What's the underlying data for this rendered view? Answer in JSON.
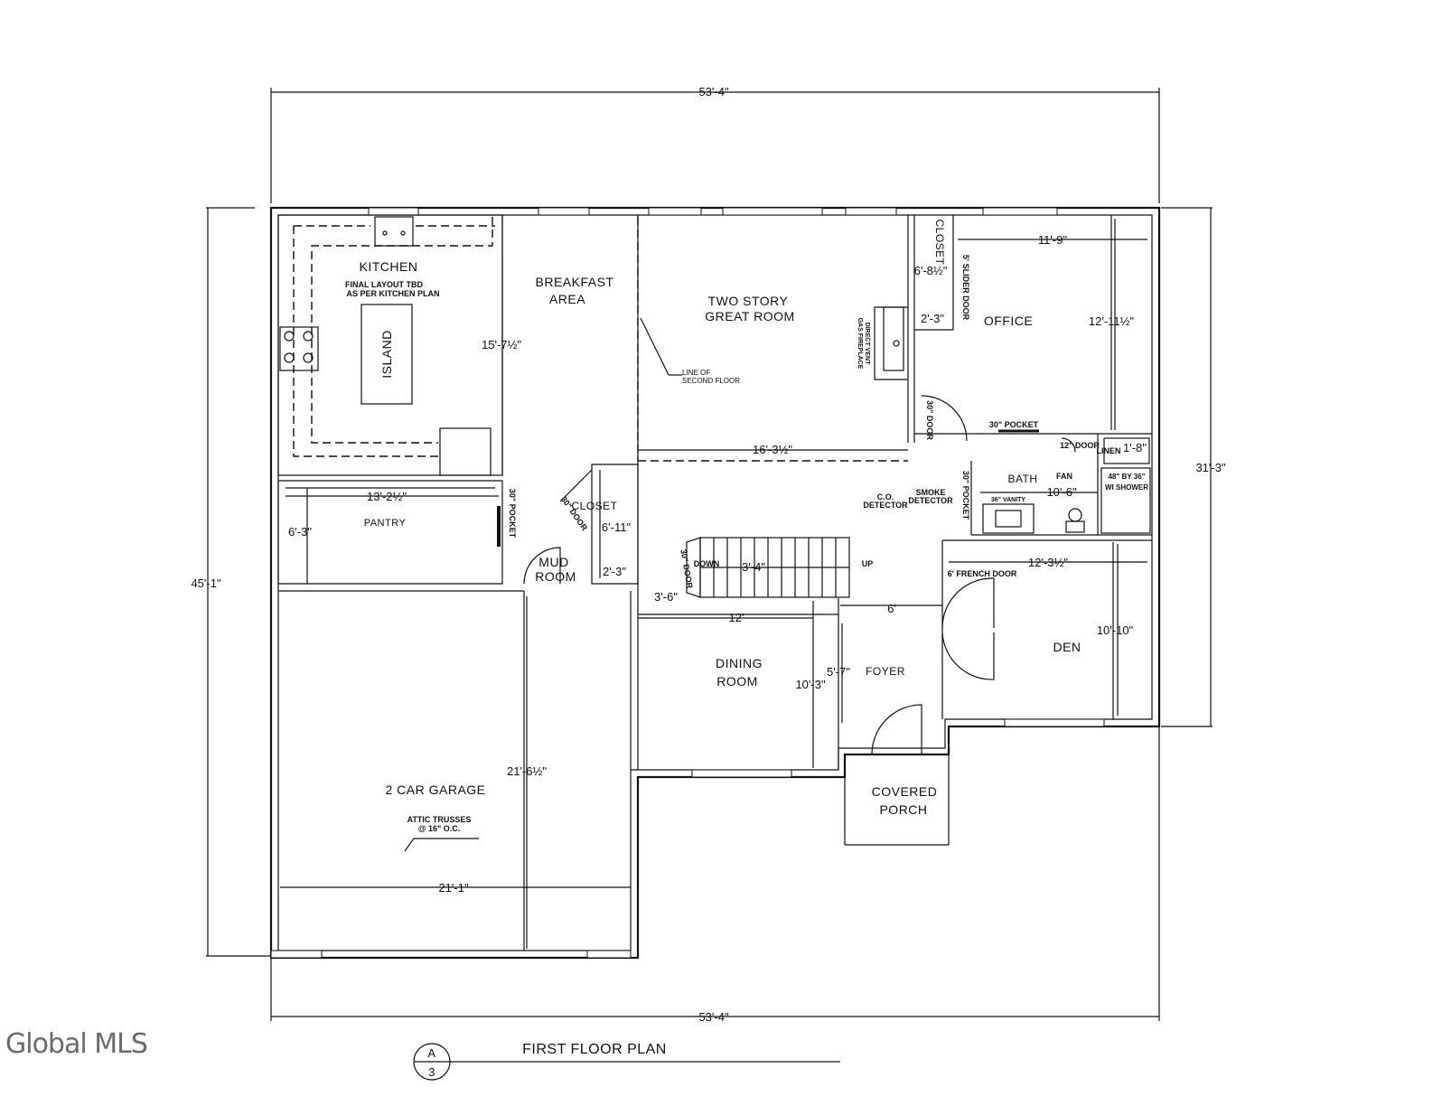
{
  "title": "FIRST FLOOR PLAN",
  "sheet": {
    "top": "A",
    "bottom": "3"
  },
  "watermark": "Global MLS",
  "overall_dims": {
    "width_top": "53'-4\"",
    "width_bottom": "53'-4\"",
    "depth_left": "45'-1\"",
    "depth_right": "31'-3\""
  },
  "rooms": {
    "kitchen": "KITCHEN",
    "kitchen_note_1": "FINAL LAYOUT TBD",
    "kitchen_note_2": "AS PER KITCHEN PLAN",
    "island": "ISLAND",
    "breakfast_1": "BREAKFAST",
    "breakfast_2": "AREA",
    "great_room_1": "TWO STORY",
    "great_room_2": "GREAT ROOM",
    "second_floor_1": "LINE OF",
    "second_floor_2": "SECOND FLOOR",
    "fireplace_1": "DIRECT VENT",
    "fireplace_2": "GAS FIREPLACE",
    "closet_office": "CLOSET",
    "slider_door": "5' SLIDER DOOR",
    "office": "OFFICE",
    "office_door": "30\" DOOR",
    "office_pocket": "30\" POCKET",
    "linen_door": "12\" DOOR",
    "linen": "LINEN",
    "shower_1": "48\" BY 36\"",
    "shower_2": "WI SHOWER",
    "bath": "BATH",
    "fan": "FAN",
    "vanity": "36\" VANITY",
    "bath_pocket": "30\" POCKET",
    "co_detector_1": "C.O.",
    "co_detector_2": "DETECTOR",
    "smoke_detector_1": "SMOKE",
    "smoke_detector_2": "DETECTOR",
    "pantry": "PANTRY",
    "pantry_pocket": "30\" POCKET",
    "closet_mud": "CLOSET",
    "closet_mud_door": "30\" DOOR",
    "mud_room_1": "MUD",
    "mud_room_2": "ROOM",
    "stair_door": "30\" DOOR",
    "stair_down": "DOWN",
    "stair_up": "UP",
    "french_door": "6' FRENCH DOOR",
    "den": "DEN",
    "dining_1": "DINING",
    "dining_2": "ROOM",
    "foyer": "FOYER",
    "porch_1": "COVERED",
    "porch_2": "PORCH",
    "garage": "2 CAR GARAGE",
    "trusses_1": "ATTIC TRUSSES",
    "trusses_2": "@ 16\" O.C."
  },
  "dims": {
    "breakfast_depth": "15'-7½\"",
    "great_room_width": "16'-3½\"",
    "office_closet": "6'-8½\"",
    "fireplace_chase": "2'-3\"",
    "office_width": "11'-9\"",
    "office_depth": "12'-11½\"",
    "linen_width": "1'-8\"",
    "bath_width": "10'-6\"",
    "pantry_width": "13'-2½\"",
    "pantry_depth": "6'-3\"",
    "mud_closet_depth": "6'-11\"",
    "mud_closet_width": "2'-3\"",
    "stair_width": "3'-4\"",
    "hall_width": "3'-6\"",
    "foyer_hall": "6'",
    "den_width": "12'-3½\"",
    "den_depth": "10'-10\"",
    "dining_width": "12'",
    "dining_depth": "10'-3\"",
    "foyer_width": "5'-7\"",
    "garage_depth": "21'-6½\"",
    "garage_width": "21'-1\""
  }
}
